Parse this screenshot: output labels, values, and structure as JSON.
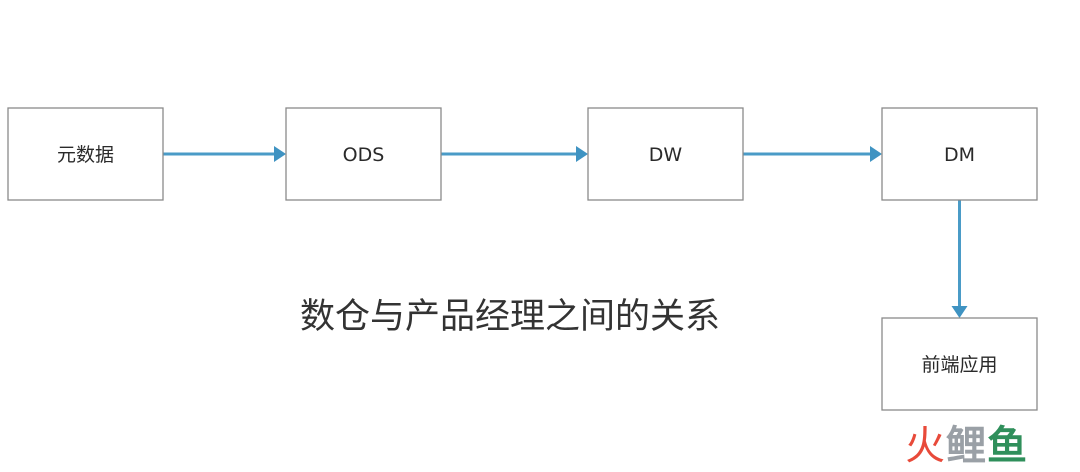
{
  "diagram": {
    "title": "数仓与产品经理之间的关系",
    "nodes": [
      {
        "id": "metadata",
        "label": "元数据"
      },
      {
        "id": "ods",
        "label": "ODS"
      },
      {
        "id": "dw",
        "label": "DW"
      },
      {
        "id": "dm",
        "label": "DM"
      },
      {
        "id": "frontend",
        "label": "前端应用"
      }
    ],
    "edges": [
      {
        "from": "metadata",
        "to": "ods"
      },
      {
        "from": "ods",
        "to": "dw"
      },
      {
        "from": "dw",
        "to": "dm"
      },
      {
        "from": "dm",
        "to": "frontend"
      }
    ],
    "colors": {
      "arrow": "#4a9bc7",
      "box_border": "#8a8a8a"
    }
  },
  "watermark": {
    "parts": [
      "火",
      "鲤",
      "鱼"
    ]
  }
}
